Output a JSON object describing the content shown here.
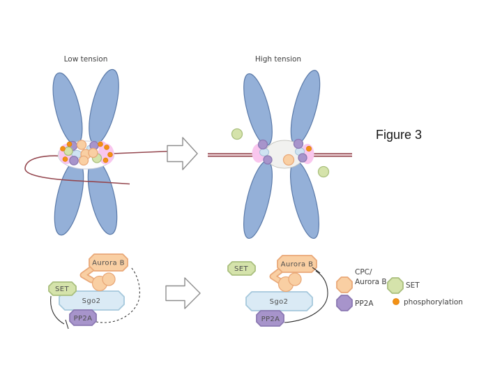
{
  "figure_label": "Figure 3",
  "chromosome_panels": {
    "low": {
      "title": "Low tension"
    },
    "high": {
      "title": "High tension"
    }
  },
  "pathway_diagrams": {
    "low": {
      "aurora_b": "Aurora B",
      "set": "SET",
      "sgo2": "Sgo2",
      "pp2a": "PP2A"
    },
    "high": {
      "aurora_b": "Aurora B",
      "set": "SET",
      "sgo2": "Sgo2",
      "pp2a": "PP2A"
    }
  },
  "legend": {
    "cpc_aurora_b": {
      "line1": "CPC/",
      "line2": "Aurora B"
    },
    "set": "SET",
    "pp2a": "PP2A",
    "phosphorylation": "phosphorylation"
  },
  "colors": {
    "chromosome_fill": "#94b0d8",
    "chromosome_stroke": "#5a79a8",
    "kinetochore_pink": "#f9c6ee",
    "cpc_fill": "#f9cfa3",
    "cpc_stroke": "#e9a878",
    "pp2a_fill": "#a794cb",
    "pp2a_stroke": "#8b78b2",
    "set_fill": "#d5e3ab",
    "set_stroke": "#a9bf7d",
    "sgo2_fill": "#daeaf5",
    "sgo2_stroke": "#a5c8dc",
    "phospho_orange": "#f39114",
    "microtubule_red": "#94464e",
    "inner_blue_fill": "#cfe3f2",
    "centromere_gray": "#f1f1ef"
  }
}
